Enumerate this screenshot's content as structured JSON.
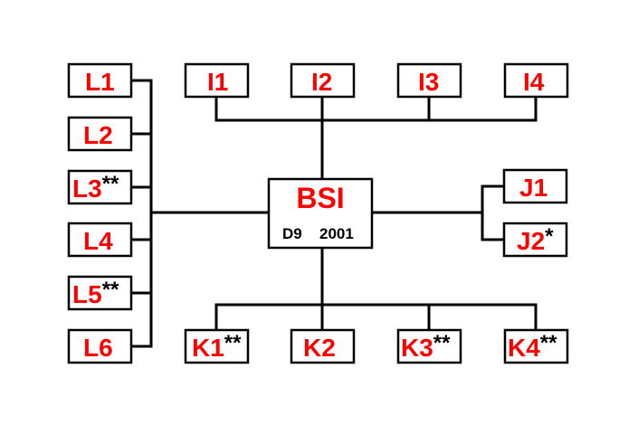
{
  "center": {
    "title": "BSI",
    "sub_left": "D9",
    "sub_right": "2001"
  },
  "groups": {
    "L": [
      {
        "label": "L1",
        "mark": ""
      },
      {
        "label": "L2",
        "mark": ""
      },
      {
        "label": "L3",
        "mark": "**"
      },
      {
        "label": "L4",
        "mark": ""
      },
      {
        "label": "L5",
        "mark": "**"
      },
      {
        "label": "L6",
        "mark": ""
      }
    ],
    "I": [
      {
        "label": "I1",
        "mark": ""
      },
      {
        "label": "I2",
        "mark": ""
      },
      {
        "label": "I3",
        "mark": ""
      },
      {
        "label": "I4",
        "mark": ""
      }
    ],
    "J": [
      {
        "label": "J1",
        "mark": ""
      },
      {
        "label": "J2",
        "mark": "*"
      }
    ],
    "K": [
      {
        "label": "K1",
        "mark": "**"
      },
      {
        "label": "K2",
        "mark": ""
      },
      {
        "label": "K3",
        "mark": "**"
      },
      {
        "label": "K4",
        "mark": "**"
      }
    ]
  }
}
